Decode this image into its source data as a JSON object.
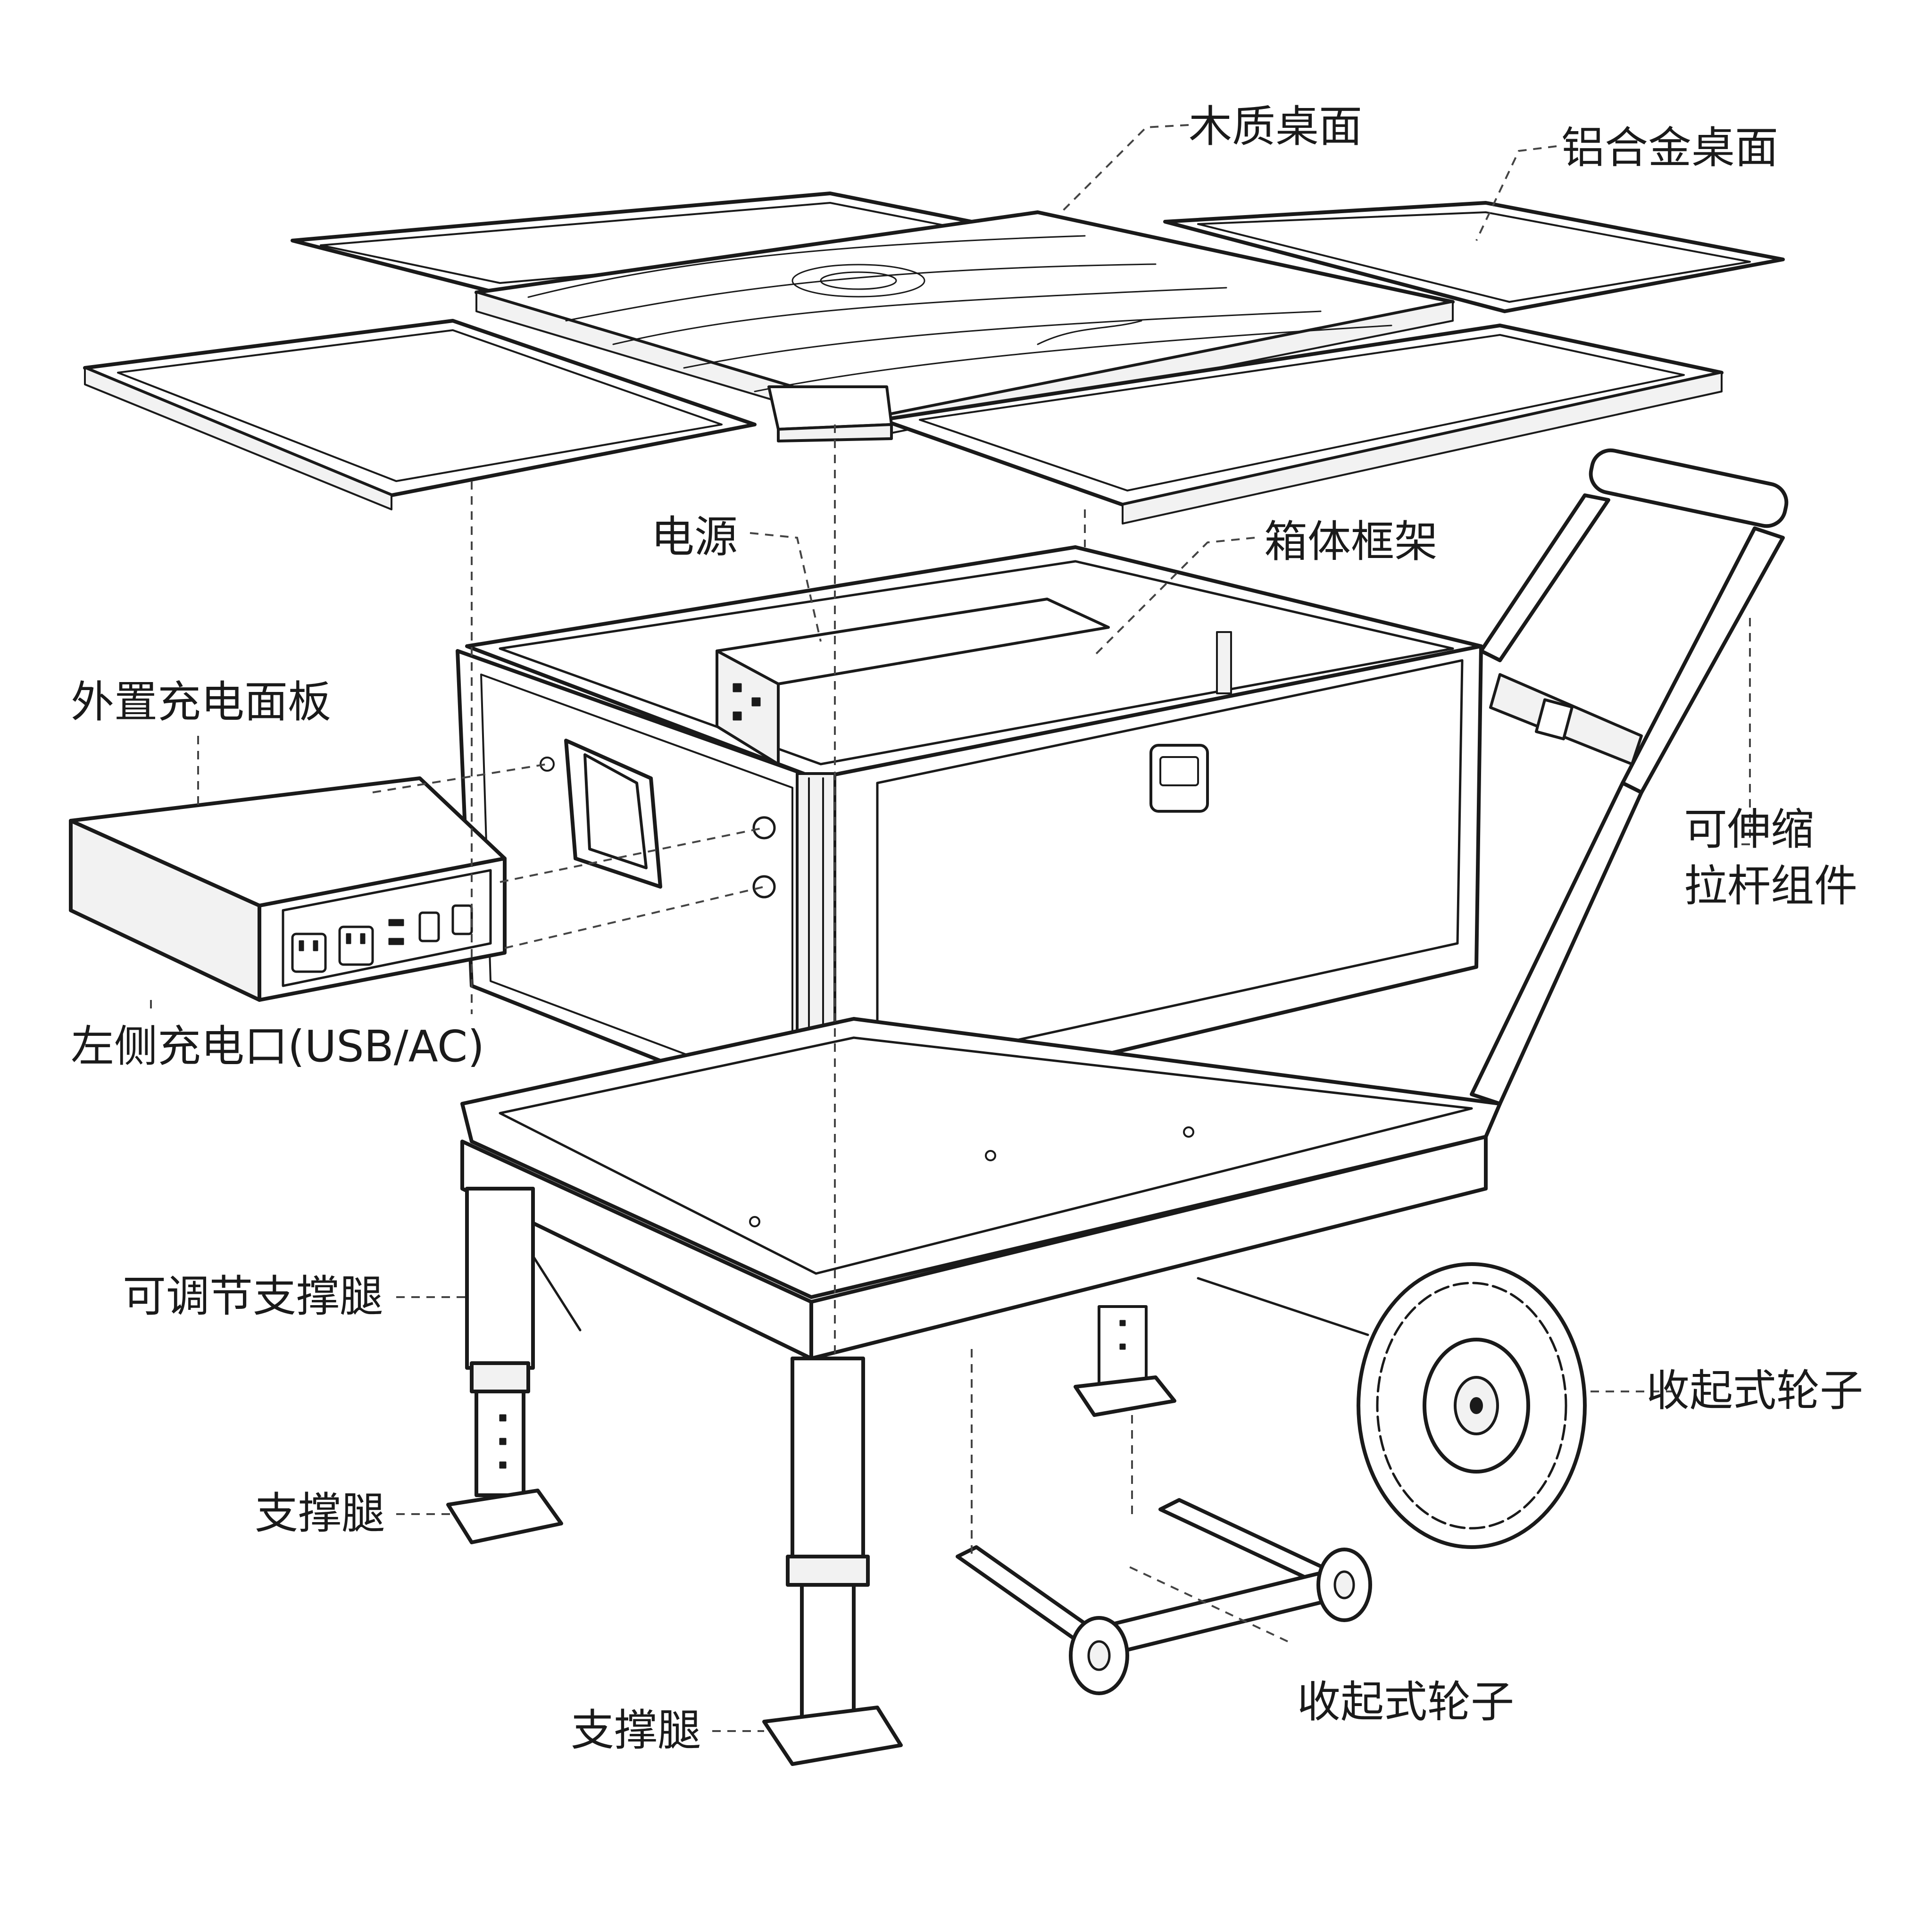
{
  "labels": {
    "wood_top": "木质桌面",
    "alu_top": "铝合金桌面",
    "power": "电源",
    "box_frame": "箱体框架",
    "ext_panel": "外置充电面板",
    "telescopic_line1": "可伸缩",
    "telescopic_line2": "拉杆组件",
    "left_port": "左侧充电口(USB/AC)",
    "adj_leg": "可调节支撑腿",
    "leg_left": "支撑腿",
    "leg_bottom": "支撑腿",
    "wheel_right": "收起式轮子",
    "wheel_bottom": "收起式轮子"
  },
  "colors": {
    "line": "#1a1a1a",
    "fill_light": "#f2f2f2",
    "fill_mid": "#d9d9d9",
    "background": "#ffffff"
  }
}
